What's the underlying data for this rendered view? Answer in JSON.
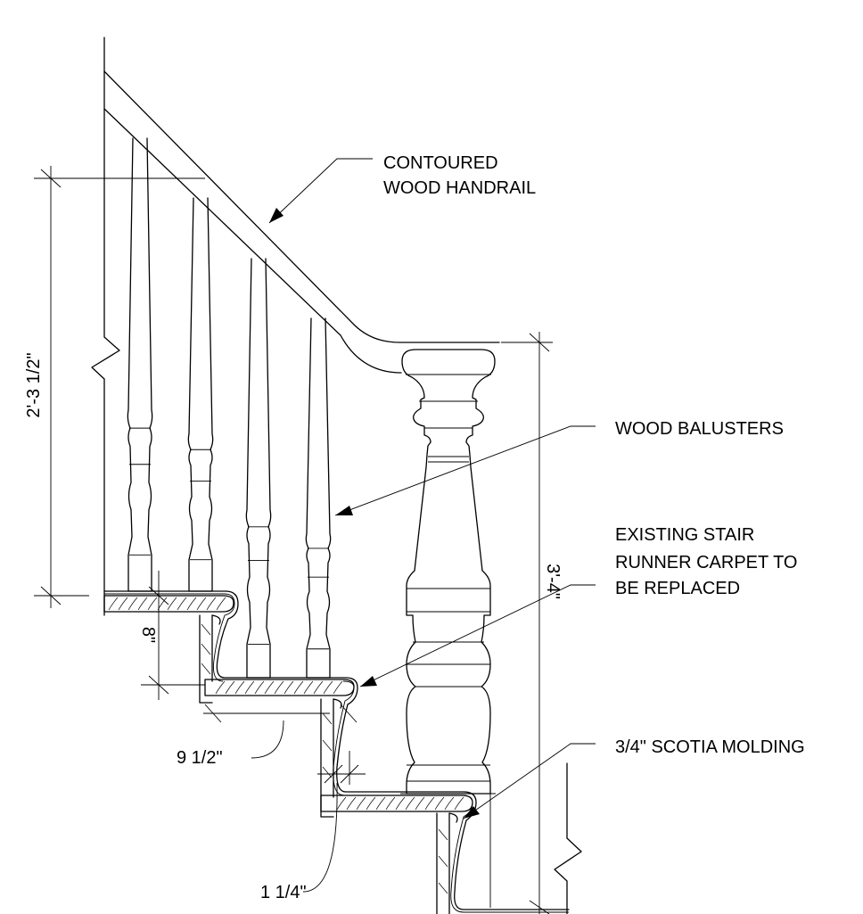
{
  "callouts": {
    "handrail_line1": "CONTOURED",
    "handrail_line2": "WOOD HANDRAIL",
    "balusters": "WOOD BALUSTERS",
    "carpet_line1": "EXISTING STAIR",
    "carpet_line2": "RUNNER CARPET TO",
    "carpet_line3": "BE REPLACED",
    "scotia": "3/4\" SCOTIA MOLDING"
  },
  "dimensions": {
    "rail_height_lower": "2'-3 1/2\"",
    "rail_height_newel": "3'-4\"",
    "riser": "8\"",
    "tread": "9 1/2\"",
    "nosing": "1 1/4\""
  }
}
